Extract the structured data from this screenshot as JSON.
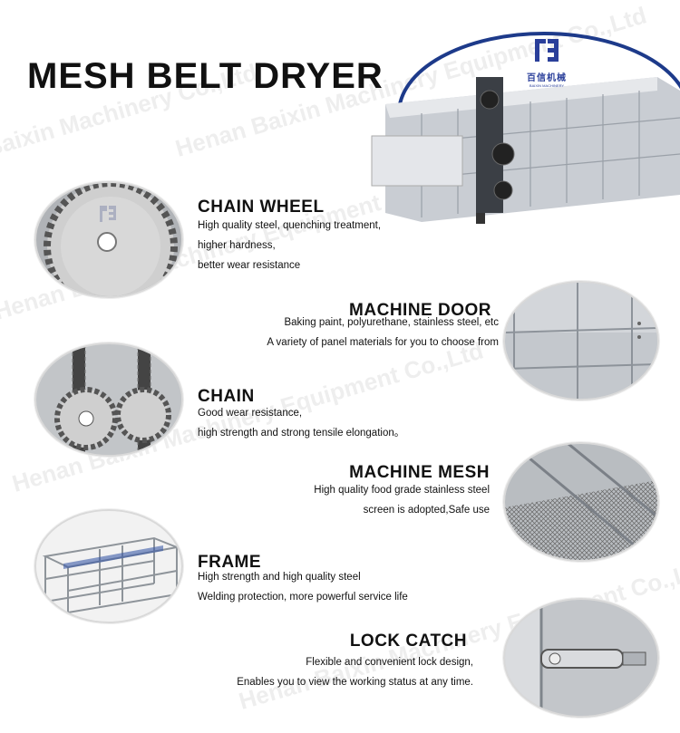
{
  "header": {
    "title": "MESH BELT DRYER"
  },
  "logo": {
    "text": "百信机械",
    "subtext": "BAIXIN MACHINERY"
  },
  "watermark": {
    "line1": "Baixin Machinery Co.,Ltd",
    "line2": "Henan Baixin Machinery Equipment Co.,Ltd"
  },
  "sections": [
    {
      "title": "CHAIN WHEEL",
      "lines": [
        "High quality steel, quenching treatment,",
        "higher hardness,",
        "better wear resistance"
      ]
    },
    {
      "title": "MACHINE DOOR",
      "lines": [
        "Baking paint, polyurethane, stainless steel, etc",
        "A variety of panel materials for you to choose from"
      ]
    },
    {
      "title": "CHAIN",
      "lines": [
        "Good wear resistance,",
        "high strength and strong tensile elongation。"
      ]
    },
    {
      "title": "MACHINE MESH",
      "lines": [
        "High quality food grade stainless steel",
        "screen is adopted,Safe use"
      ]
    },
    {
      "title": "FRAME",
      "lines": [
        "High strength and high quality steel",
        "Welding protection, more powerful service life"
      ]
    },
    {
      "title": "LOCK CATCH",
      "lines": [
        "Flexible and convenient lock design,",
        "Enables you to view the working status at any time."
      ]
    }
  ],
  "colors": {
    "brand_blue": "#2a3f9a",
    "steel": "#c8ccd0"
  }
}
